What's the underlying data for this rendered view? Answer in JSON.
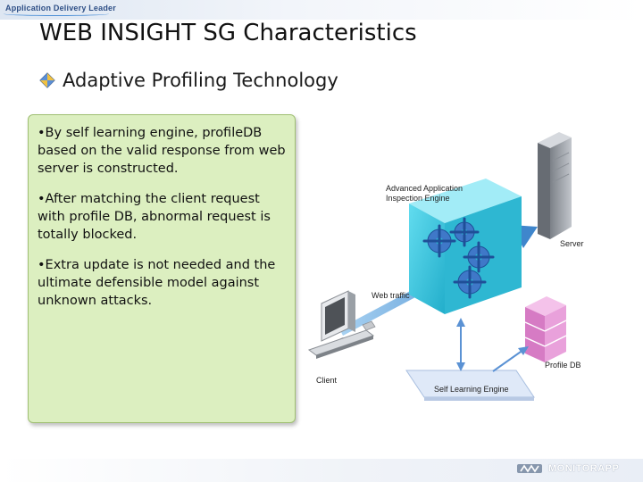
{
  "header": {
    "tag": "Application Delivery Leader"
  },
  "slide": {
    "title": "WEB INSIGHT SG Characteristics",
    "bullet": "Adaptive Profiling Technology"
  },
  "textbox": {
    "paragraphs": [
      "•By self learning engine, profileDB based on the valid response from web server is constructed.",
      "•After matching the client request with profile DB,  abnormal request is totally blocked.",
      "•Extra update is not needed and the ultimate defensible model against unknown attacks."
    ]
  },
  "diagram": {
    "labels": {
      "engine": "Advanced Application\nInspection Engine",
      "server": "Server",
      "web_traffic": "Web traffic",
      "client": "Client",
      "profile_db": "Profile DB",
      "self_learning": "Self Learning Engine"
    }
  },
  "footer": {
    "brand": "MONITORAPP"
  },
  "colors": {
    "textbox_fill": "#dcefc0",
    "cube": "#3cc6e0",
    "database": "#e59ad6",
    "arrow": "#4a8fd0"
  }
}
